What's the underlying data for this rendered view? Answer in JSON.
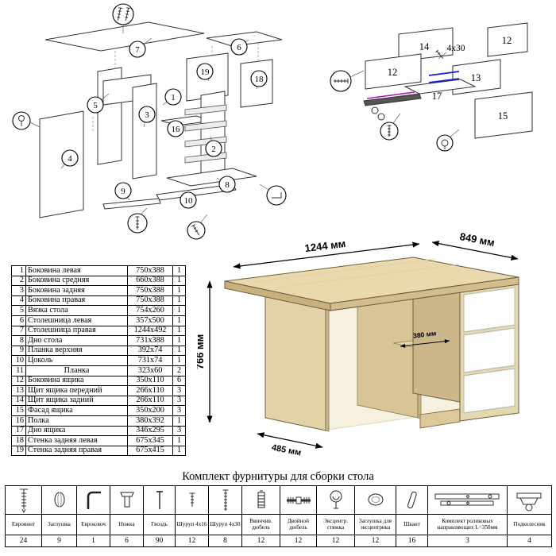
{
  "dimensions": {
    "width": "1244 мм",
    "depth": "849 мм",
    "height": "766 мм",
    "shelf": "380 мм",
    "left_depth": "485 мм"
  },
  "callouts_left": {
    "c1": "1",
    "c2": "2",
    "c3": "3",
    "c4": "4",
    "c5": "5",
    "c6": "6",
    "c7": "7",
    "c8": "8",
    "c9": "9",
    "c10": "10",
    "c16": "16",
    "c18": "18",
    "c19": "19"
  },
  "callouts_right": {
    "n14": "14",
    "n12a": "12",
    "n12b": "12",
    "n13": "13",
    "n17": "17",
    "n15": "15",
    "screw": "4x30"
  },
  "parts_table": {
    "rows": [
      {
        "n": "1",
        "name": "Боковина левая",
        "size": "750x388",
        "qty": "1"
      },
      {
        "n": "2",
        "name": "Боковина средняя",
        "size": "660x388",
        "qty": "1"
      },
      {
        "n": "3",
        "name": "Боковина задняя",
        "size": "750x388",
        "qty": "1"
      },
      {
        "n": "4",
        "name": "Боковина правая",
        "size": "750x388",
        "qty": "1"
      },
      {
        "n": "5",
        "name": "Вязка стола",
        "size": "754x260",
        "qty": "1"
      },
      {
        "n": "6",
        "name": "Столешница левая",
        "size": "357x500",
        "qty": "1"
      },
      {
        "n": "7",
        "name": "Столешница правая",
        "size": "1244x492",
        "qty": "1"
      },
      {
        "n": "8",
        "name": "Дно стола",
        "size": "731x388",
        "qty": "1"
      },
      {
        "n": "9",
        "name": "Планка верхняя",
        "size": "392x74",
        "qty": "1"
      },
      {
        "n": "10",
        "name": "Цоколь",
        "size": "731x74",
        "qty": "1"
      },
      {
        "n": "11",
        "name": "Планка",
        "size": "323x60",
        "qty": "2"
      },
      {
        "n": "12",
        "name": "Боковина ящика",
        "size": "350x110",
        "qty": "6"
      },
      {
        "n": "13",
        "name": "Щит ящика передний",
        "size": "266x110",
        "qty": "3"
      },
      {
        "n": "14",
        "name": "Щит ящика задний",
        "size": "266x110",
        "qty": "3"
      },
      {
        "n": "15",
        "name": "Фасад ящика",
        "size": "350x200",
        "qty": "3"
      },
      {
        "n": "16",
        "name": "Полка",
        "size": "380x392",
        "qty": "1"
      },
      {
        "n": "17",
        "name": "Дно ящика",
        "size": "346x295",
        "qty": "3"
      },
      {
        "n": "18",
        "name": "Стенка задняя левая",
        "size": "675x345",
        "qty": "1"
      },
      {
        "n": "19",
        "name": "Стенка задняя правая",
        "size": "675x415",
        "qty": "1"
      }
    ]
  },
  "hardware": {
    "title": "Комплект фурнитуры для сборки стола",
    "items": [
      {
        "name": "Евровинт",
        "qty": "24",
        "icon": "confirmat-screw-icon"
      },
      {
        "name": "Заглушка",
        "qty": "9",
        "icon": "cap-icon"
      },
      {
        "name": "Евроключ",
        "qty": "1",
        "icon": "hex-key-icon"
      },
      {
        "name": "Ножка",
        "qty": "6",
        "icon": "leg-icon"
      },
      {
        "name": "Гвоздь",
        "qty": "90",
        "icon": "nail-icon"
      },
      {
        "name": "Шуруп 4x16",
        "qty": "12",
        "icon": "screw-small-icon"
      },
      {
        "name": "Шуруп 4x30",
        "qty": "8",
        "icon": "screw-large-icon"
      },
      {
        "name": "Ввинчив. дюбель",
        "qty": "12",
        "icon": "threaded-dowel-icon"
      },
      {
        "name": "Двойной дюбель",
        "qty": "12",
        "icon": "double-dowel-icon"
      },
      {
        "name": "Эксцентр. стяжка",
        "qty": "12",
        "icon": "cam-lock-icon"
      },
      {
        "name": "Заглушка для эксцентрика",
        "qty": "12",
        "icon": "cam-cap-icon"
      },
      {
        "name": "Шкант",
        "qty": "16",
        "icon": "wood-dowel-icon"
      },
      {
        "name": "Комплект роликовых направляющих L=350мм",
        "qty": "3",
        "icon": "drawer-slide-icon"
      },
      {
        "name": "Подколесник",
        "qty": "4",
        "icon": "roller-bracket-icon"
      }
    ]
  }
}
